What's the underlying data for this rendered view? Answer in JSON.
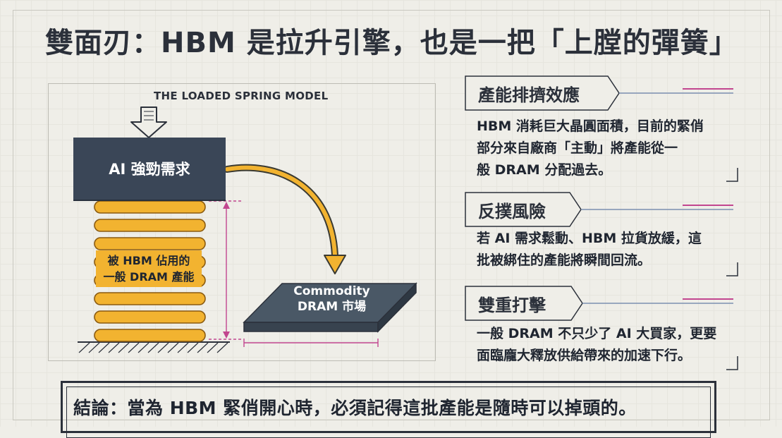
{
  "title": "雙面刃：HBM 是拉升引擎，也是一把「上膛的彈簧」",
  "diagram": {
    "caption": "THE LOADED SPRING MODEL",
    "demand_label": "AI 強勁需求",
    "spring_label_line1": "被 HBM 佔用的",
    "spring_label_line2": "一般 DRAM 產能",
    "market_label_line1": "Commodity",
    "market_label_line2": "DRAM 市場"
  },
  "panels": [
    {
      "title": "產能排擠效應",
      "body_line1": "HBM 消耗巨大晶圓面積，目前的緊俏",
      "body_line2": "部分來自廠商「主動」將產能從一",
      "body_line3": "般 DRAM 分配過去。"
    },
    {
      "title": "反撲風險",
      "body_line1": "若 AI 需求鬆動、HBM 拉貨放緩，這",
      "body_line2": "批被綁住的產能將瞬間回流。",
      "body_line3": ""
    },
    {
      "title": "雙重打擊",
      "body_line1": "一般 DRAM 不只少了 AI 大買家，更要",
      "body_line2": "面臨龐大釋放供給帶來的加速下行。",
      "body_line3": ""
    }
  ],
  "conclusion": "結論：當為 HBM 緊俏開心時，必須記得這批產能是隨時可以掉頭的。",
  "colors": {
    "background": "#efeee8",
    "navy": "#3a4657",
    "spring_gold": "#f2b330",
    "accent_magenta": "#c2468f",
    "accent_blue": "#7c8fb0",
    "market_slate": "#4a5866"
  }
}
